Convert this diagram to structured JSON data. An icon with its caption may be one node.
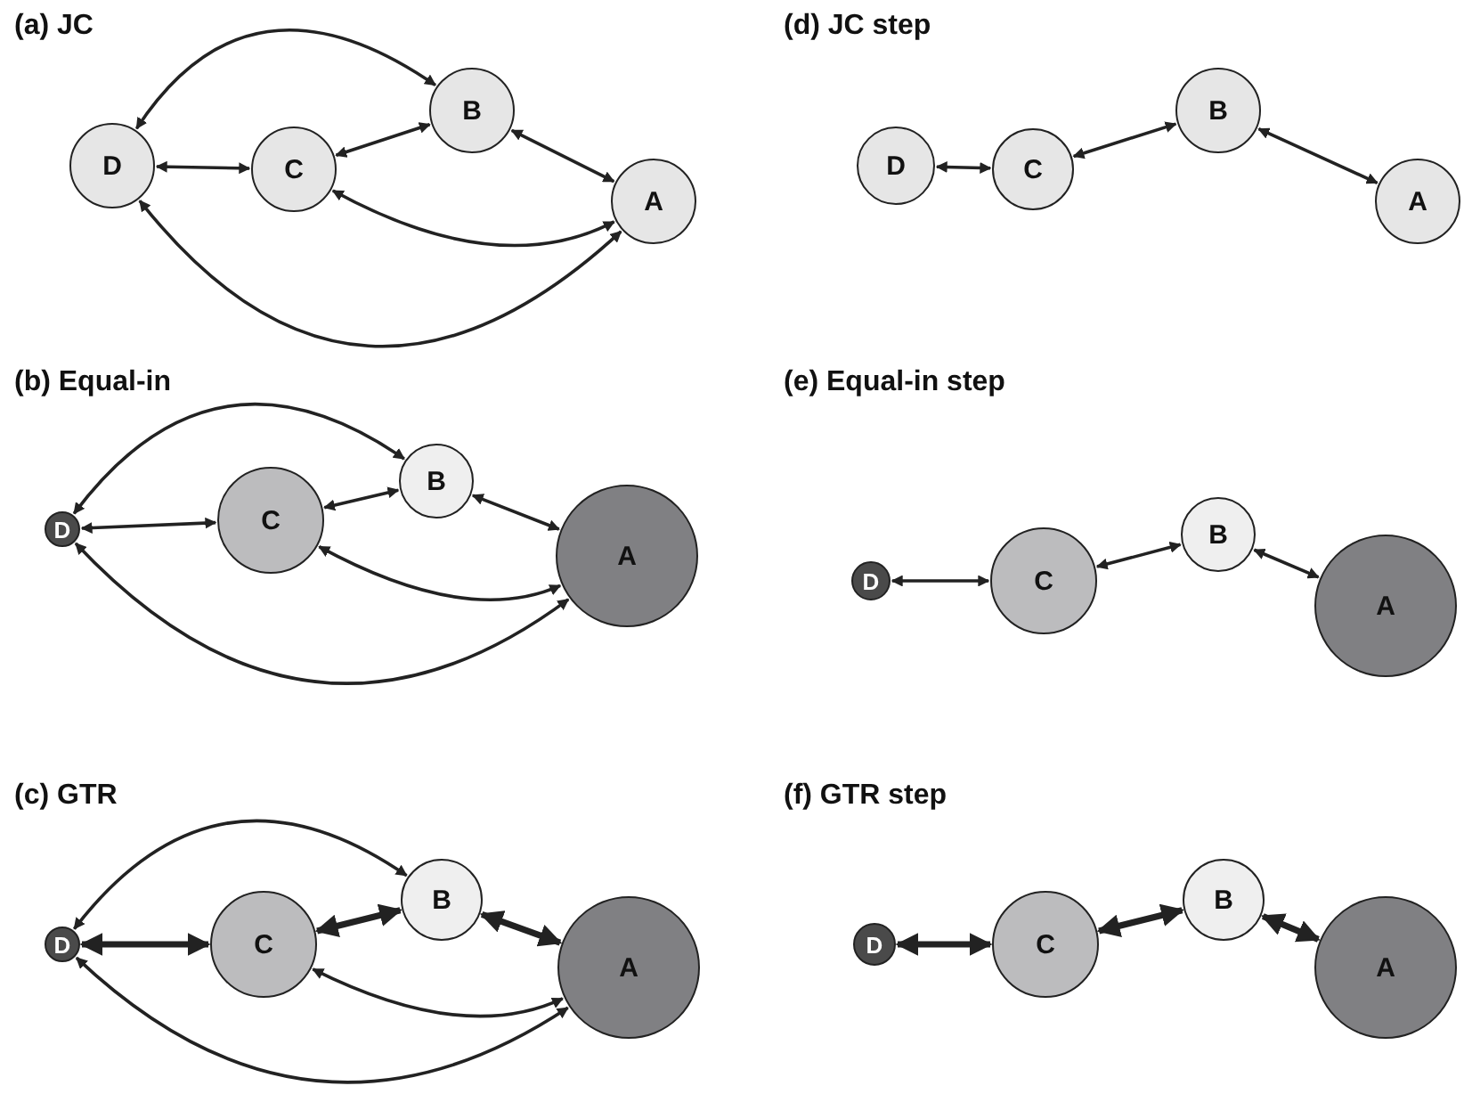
{
  "diagram": {
    "nodes": [
      {
        "text": [
          "D"
        ]
      },
      {
        "text": [
          "C"
        ]
      },
      {
        "text": [
          "B"
        ]
      },
      {
        "text": [
          "A"
        ]
      },
      {
        "text": [
          "D"
        ]
      },
      {
        "text": [
          "C"
        ]
      },
      {
        "text": [
          "B"
        ]
      },
      {
        "text": [
          "A"
        ]
      },
      {
        "text": [
          "D"
        ]
      },
      {
        "text": [
          "C"
        ]
      },
      {
        "text": [
          "B"
        ]
      },
      {
        "text": [
          "A"
        ]
      },
      {
        "text": [
          "D"
        ]
      },
      {
        "text": [
          "C"
        ]
      },
      {
        "text": [
          "B"
        ]
      },
      {
        "text": [
          "A"
        ]
      },
      {
        "text": [
          "D"
        ]
      },
      {
        "text": [
          "C"
        ]
      },
      {
        "text": [
          "B"
        ]
      },
      {
        "text": [
          "A"
        ]
      },
      {
        "text": [
          "D"
        ]
      },
      {
        "text": [
          "C"
        ]
      },
      {
        "text": [
          "B"
        ]
      },
      {
        "text": [
          "A"
        ]
      }
    ],
    "edges": [
      {
        "from": 0,
        "to": 2,
        "arrow": "both"
      },
      {
        "from": 0,
        "to": 1,
        "arrow": "both"
      },
      {
        "from": 1,
        "to": 2,
        "arrow": "both"
      },
      {
        "from": 2,
        "to": 3,
        "arrow": "both"
      },
      {
        "from": 1,
        "to": 3,
        "arrow": "both"
      },
      {
        "from": 0,
        "to": 3,
        "arrow": "both"
      },
      {
        "from": 4,
        "to": 5,
        "arrow": "both"
      },
      {
        "from": 5,
        "to": 6,
        "arrow": "both"
      },
      {
        "from": 6,
        "to": 7,
        "arrow": "both"
      },
      {
        "from": 8,
        "to": 10,
        "arrow": "both"
      },
      {
        "from": 8,
        "to": 9,
        "arrow": "both"
      },
      {
        "from": 9,
        "to": 10,
        "arrow": "both"
      },
      {
        "from": 10,
        "to": 11,
        "arrow": "both"
      },
      {
        "from": 9,
        "to": 11,
        "arrow": "both"
      },
      {
        "from": 8,
        "to": 11,
        "arrow": "both"
      },
      {
        "from": 12,
        "to": 13,
        "arrow": "both"
      },
      {
        "from": 13,
        "to": 14,
        "arrow": "both"
      },
      {
        "from": 14,
        "to": 15,
        "arrow": "both"
      },
      {
        "from": 16,
        "to": 18,
        "arrow": "both"
      },
      {
        "from": 16,
        "to": 17,
        "arrow": "both",
        "style": "thick"
      },
      {
        "from": 17,
        "to": 18,
        "arrow": "both",
        "style": "thick"
      },
      {
        "from": 18,
        "to": 19,
        "arrow": "both",
        "style": "thick"
      },
      {
        "from": 17,
        "to": 19,
        "arrow": "both"
      },
      {
        "from": 16,
        "to": 19,
        "arrow": "both"
      },
      {
        "from": 20,
        "to": 21,
        "arrow": "both",
        "style": "thick"
      },
      {
        "from": 21,
        "to": 22,
        "arrow": "both",
        "style": "thick"
      },
      {
        "from": 22,
        "to": 23,
        "arrow": "both",
        "style": "thick"
      }
    ],
    "labels": [
      "(a) JC",
      "(d) JC step",
      "(b) Equal-in",
      "(e) Equal-in step",
      "(c) GTR",
      "(f) GTR step"
    ]
  }
}
